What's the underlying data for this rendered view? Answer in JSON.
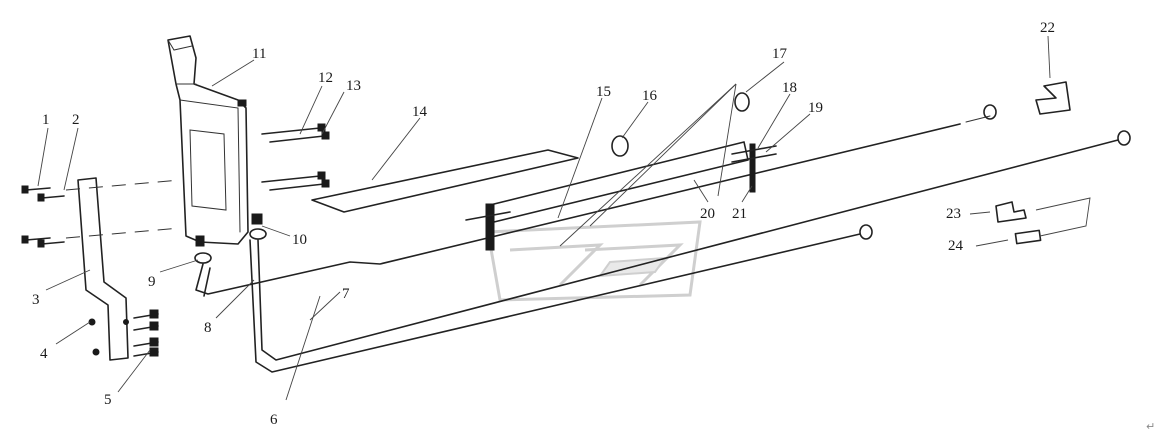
{
  "callouts": [
    {
      "id": "1",
      "label": "1"
    },
    {
      "id": "2",
      "label": "2"
    },
    {
      "id": "3",
      "label": "3"
    },
    {
      "id": "4",
      "label": "4"
    },
    {
      "id": "5",
      "label": "5"
    },
    {
      "id": "6",
      "label": "6"
    },
    {
      "id": "7",
      "label": "7"
    },
    {
      "id": "8",
      "label": "8"
    },
    {
      "id": "9",
      "label": "9"
    },
    {
      "id": "10",
      "label": "10"
    },
    {
      "id": "11",
      "label": "11"
    },
    {
      "id": "12",
      "label": "12"
    },
    {
      "id": "13",
      "label": "13"
    },
    {
      "id": "14",
      "label": "14"
    },
    {
      "id": "15",
      "label": "15"
    },
    {
      "id": "16",
      "label": "16"
    },
    {
      "id": "17",
      "label": "17"
    },
    {
      "id": "18",
      "label": "18"
    },
    {
      "id": "19",
      "label": "19"
    },
    {
      "id": "20",
      "label": "20"
    },
    {
      "id": "21",
      "label": "21"
    },
    {
      "id": "22",
      "label": "22"
    },
    {
      "id": "23",
      "label": "23"
    },
    {
      "id": "24",
      "label": "24"
    }
  ],
  "paragraph_mark": "↵"
}
